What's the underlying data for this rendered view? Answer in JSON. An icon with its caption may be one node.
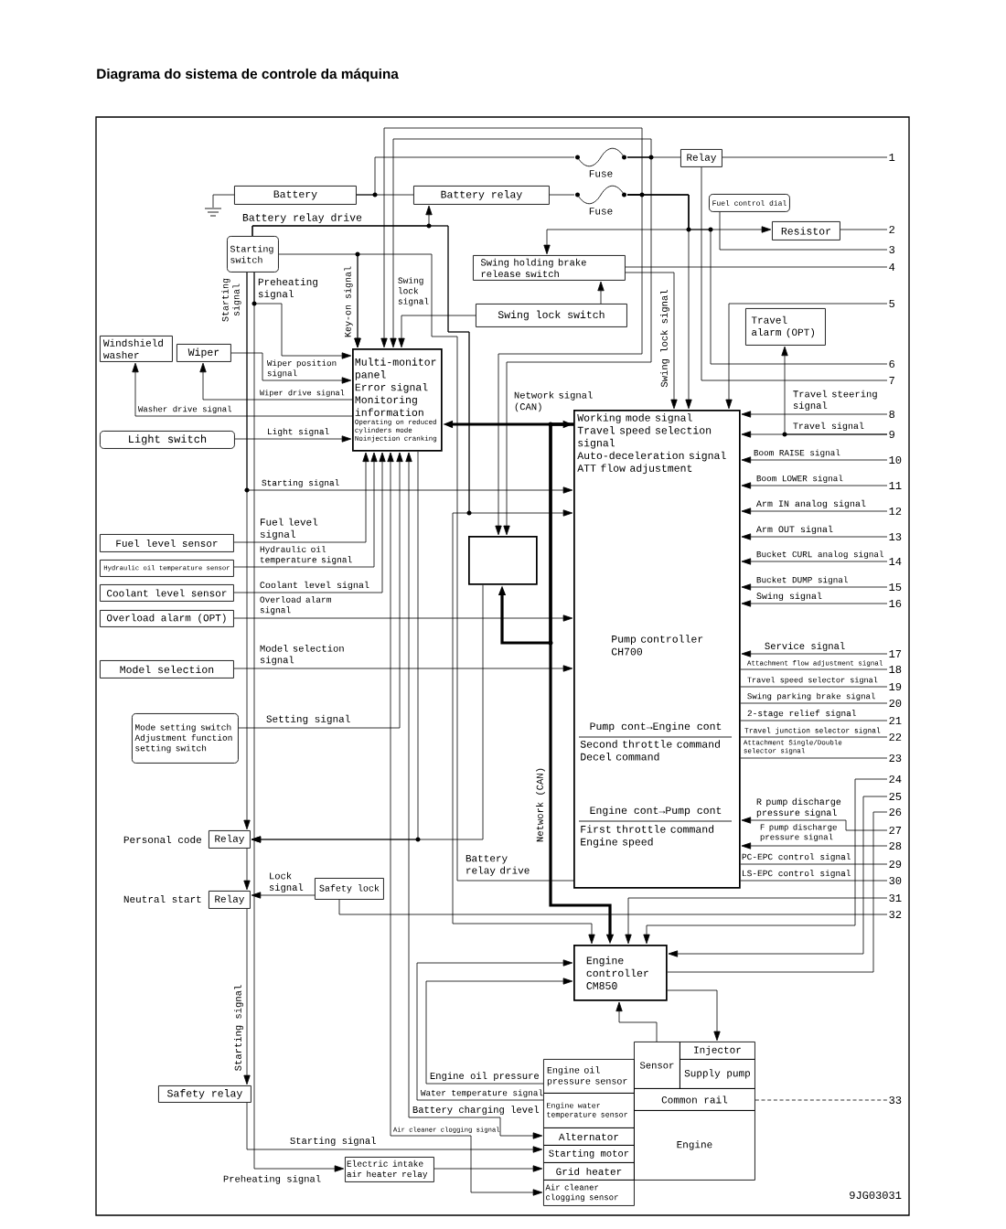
{
  "diagram": {
    "title": "Diagrama do sistema de controle da máquina",
    "nodes": [
      {
        "text": [
          "Battery"
        ]
      },
      {
        "text": [
          "Battery relay"
        ]
      },
      {
        "text": [
          "Fuse"
        ]
      },
      {
        "text": [
          "Fuse"
        ]
      },
      {
        "text": [
          "Relay"
        ]
      },
      {
        "text": [
          "Fuel control dial"
        ]
      },
      {
        "text": [
          "Resistor"
        ]
      },
      {
        "text": [
          "Starting switch"
        ]
      },
      {
        "text": [
          "Swing holding brake release switch"
        ]
      },
      {
        "text": [
          "Swing lock switch"
        ]
      },
      {
        "text": [
          "Travel alarm (OPT)"
        ]
      },
      {
        "text": [
          "Windshield washer"
        ]
      },
      {
        "text": [
          "Wiper"
        ]
      },
      {
        "text": [
          "Multi-monitor panel",
          "Error signal",
          "Monitoring information",
          "Operating on reduced cylinders mode",
          "Noinjection cranking"
        ]
      },
      {
        "text": [
          "Light switch"
        ]
      },
      {
        "text": [
          "Working mode signal",
          "Travel speed selection signal",
          "Auto-deceleration signal",
          "ATT flow adjustment",
          "Pump controller CH700",
          "Pump cont→Engine cont",
          "Second throttle command",
          "Decel command",
          "Engine cont→Pump cont",
          "First throttle command",
          "Engine speed"
        ]
      },
      {
        "text": [],
        "shape": "box"
      },
      {
        "text": [
          "Fuel level sensor"
        ]
      },
      {
        "text": [
          "Hydraulic oil temperature sensor"
        ]
      },
      {
        "text": [
          "Coolant level sensor"
        ]
      },
      {
        "text": [
          "Overload alarm (OPT)"
        ]
      },
      {
        "text": [
          "Model selection"
        ]
      },
      {
        "text": [
          "Mode setting switch",
          "Adjustment function setting switch"
        ]
      },
      {
        "text": [
          "Relay"
        ],
        "beside": [
          "Personal code"
        ]
      },
      {
        "text": [
          "Safety lock"
        ]
      },
      {
        "text": [
          "Relay"
        ],
        "beside": [
          "Neutral start"
        ]
      },
      {
        "text": [
          "Engine controller CM850"
        ]
      },
      {
        "text": [
          "Sensor"
        ]
      },
      {
        "text": [
          "Injector"
        ]
      },
      {
        "text": [
          "Supply pump"
        ]
      },
      {
        "text": [
          "Engine oil pressure sensor"
        ]
      },
      {
        "text": [
          "Common rail"
        ]
      },
      {
        "text": [
          "Engine water temperature sensor"
        ]
      },
      {
        "text": [
          "Safety relay"
        ]
      },
      {
        "text": [
          "Alternator"
        ]
      },
      {
        "text": [
          "Engine"
        ]
      },
      {
        "text": [
          "Starting motor"
        ]
      },
      {
        "text": [
          "Electric intake air heater relay"
        ]
      },
      {
        "text": [
          "Grid heater"
        ]
      },
      {
        "text": [
          "Air cleaner clogging sensor"
        ]
      },
      {
        "text": [
          "1"
        ]
      },
      {
        "text": [
          "2"
        ]
      },
      {
        "text": [
          "3"
        ]
      },
      {
        "text": [
          "4"
        ]
      },
      {
        "text": [
          "5"
        ]
      },
      {
        "text": [
          "6"
        ]
      },
      {
        "text": [
          "7"
        ]
      },
      {
        "text": [
          "8"
        ]
      },
      {
        "text": [
          "9"
        ]
      },
      {
        "text": [
          "10"
        ]
      },
      {
        "text": [
          "11"
        ]
      },
      {
        "text": [
          "12"
        ]
      },
      {
        "text": [
          "13"
        ]
      },
      {
        "text": [
          "14"
        ]
      },
      {
        "text": [
          "15"
        ]
      },
      {
        "text": [
          "16"
        ]
      },
      {
        "text": [
          "17"
        ]
      },
      {
        "text": [
          "18"
        ]
      },
      {
        "text": [
          "19"
        ]
      },
      {
        "text": [
          "20"
        ]
      },
      {
        "text": [
          "21"
        ]
      },
      {
        "text": [
          "22"
        ]
      },
      {
        "text": [
          "23"
        ]
      },
      {
        "text": [
          "24"
        ]
      },
      {
        "text": [
          "25"
        ]
      },
      {
        "text": [
          "26"
        ]
      },
      {
        "text": [
          "27"
        ]
      },
      {
        "text": [
          "28"
        ]
      },
      {
        "text": [
          "29"
        ]
      },
      {
        "text": [
          "30"
        ]
      },
      {
        "text": [
          "31"
        ]
      },
      {
        "text": [
          "32"
        ]
      },
      {
        "text": [
          "33"
        ]
      }
    ],
    "edges": [
      {
        "from": 0,
        "to": null,
        "arrow": "none"
      },
      {
        "from": 0,
        "to": 1,
        "arrow": "none"
      },
      {
        "from": 0,
        "to": 2,
        "arrow": "none"
      },
      {
        "from": 1,
        "to": 3,
        "arrow": "none"
      },
      {
        "from": 2,
        "to": 4,
        "arrow": "none"
      },
      {
        "from": 4,
        "to": 40,
        "arrow": "none"
      },
      {
        "from": 4,
        "to": 46,
        "arrow": "none"
      },
      {
        "from": 2,
        "to": 13,
        "arrow": "to"
      },
      {
        "from": 2,
        "to": 16,
        "arrow": "to"
      },
      {
        "from": 3,
        "to": 13,
        "arrow": "to"
      },
      {
        "from": 3,
        "to": 16,
        "arrow": "to"
      },
      {
        "from": 3,
        "to": 15,
        "arrow": "to"
      },
      {
        "from": 3,
        "to": 6,
        "arrow": "to"
      },
      {
        "from": 3,
        "to": 8,
        "arrow": "to"
      },
      {
        "from": 3,
        "to": 45,
        "arrow": "none"
      },
      {
        "from": 6,
        "to": 41,
        "arrow": "none"
      },
      {
        "from": 5,
        "to": 42,
        "arrow": "none"
      },
      {
        "from": 8,
        "to": 43,
        "arrow": "none"
      },
      {
        "from": 8,
        "to": 15,
        "arrow": "to",
        "label": "Swing lock signal"
      },
      {
        "from": 9,
        "to": 8,
        "arrow": "to"
      },
      {
        "from": 9,
        "to": 13,
        "arrow": "to",
        "label": "Swing lock signal"
      },
      {
        "from": 44,
        "to": 15,
        "arrow": "to"
      },
      {
        "from": 7,
        "to": 1,
        "arrow": "to",
        "label": "Battery relay drive"
      },
      {
        "from": 7,
        "to": 15,
        "arrow": "to"
      },
      {
        "from": 7,
        "to": 26,
        "arrow": "to"
      },
      {
        "from": 7,
        "to": 13,
        "arrow": "to",
        "label": "Key-on signal"
      },
      {
        "from": 15,
        "to": 13,
        "arrow": "to",
        "label": "Battery relay drive"
      },
      {
        "from": 7,
        "to": 13,
        "arrow": "to",
        "label": "Preheating signal"
      },
      {
        "from": 7,
        "to": 37,
        "arrow": "to",
        "label": "Preheating signal"
      },
      {
        "from": 7,
        "to": 15,
        "arrow": "to",
        "label": "Starting signal"
      },
      {
        "from": 7,
        "to": 23,
        "arrow": "to",
        "label": "Starting signal"
      },
      {
        "from": 12,
        "to": 13,
        "arrow": "to",
        "label": "Wiper position signal"
      },
      {
        "from": 13,
        "to": 12,
        "arrow": "to",
        "label": "Wiper drive signal"
      },
      {
        "from": 13,
        "to": 11,
        "arrow": "to",
        "label": "Washer drive signal"
      },
      {
        "from": 14,
        "to": 13,
        "arrow": "to",
        "label": "Light signal"
      },
      {
        "from": 13,
        "to": 15,
        "arrow": "both",
        "style": "thick",
        "label": "Network signal (CAN)"
      },
      {
        "from": 15,
        "to": 26,
        "arrow": "to",
        "style": "thick",
        "label": "Network (CAN)"
      },
      {
        "from": 15,
        "to": 16,
        "arrow": "to",
        "style": "thick"
      },
      {
        "from": 17,
        "to": 13,
        "arrow": "to",
        "label": "Fuel level signal"
      },
      {
        "from": 18,
        "to": 13,
        "arrow": "to",
        "label": "Hydraulic oil temperature signal"
      },
      {
        "from": 19,
        "to": 13,
        "arrow": "to",
        "label": "Coolant level signal"
      },
      {
        "from": 20,
        "to": 15,
        "arrow": "to",
        "label": "Overload alarm signal"
      },
      {
        "from": 21,
        "to": 15,
        "arrow": "to",
        "label": "Model selection signal"
      },
      {
        "from": 22,
        "to": 13,
        "arrow": "to",
        "label": "Setting signal"
      },
      {
        "from": 13,
        "to": 23,
        "arrow": "to"
      },
      {
        "from": 16,
        "to": 23,
        "arrow": "to"
      },
      {
        "from": 23,
        "to": 25,
        "arrow": "to"
      },
      {
        "from": 24,
        "to": 25,
        "arrow": "to",
        "label": "Lock signal"
      },
      {
        "from": 24,
        "to": 71,
        "arrow": "none"
      },
      {
        "from": 25,
        "to": 33,
        "arrow": "to",
        "label": "Starting signal"
      },
      {
        "from": 33,
        "to": 36,
        "arrow": "to",
        "label": "Starting signal"
      },
      {
        "from": 37,
        "to": 38,
        "arrow": "to"
      },
      {
        "from": 34,
        "to": 13,
        "arrow": "both",
        "label": "Battery charging level"
      },
      {
        "from": 39,
        "to": 13,
        "arrow": "both",
        "label": "Air cleaner clogging signal"
      },
      {
        "from": 32,
        "to": 26,
        "arrow": "to",
        "label": "Water temperature signal"
      },
      {
        "from": 30,
        "to": 26,
        "arrow": "to",
        "label": "Engine oil pressure"
      },
      {
        "from": 27,
        "to": 26,
        "arrow": "to"
      },
      {
        "from": 26,
        "to": 28,
        "arrow": "to"
      },
      {
        "from": 31,
        "to": 72,
        "arrow": "none",
        "style": "dashed"
      },
      {
        "from": 47,
        "to": 15,
        "arrow": "to",
        "label": "Travel steering signal"
      },
      {
        "from": 48,
        "to": 15,
        "arrow": "to",
        "label": "Travel signal"
      },
      {
        "from": 48,
        "to": 10,
        "arrow": "to"
      },
      {
        "from": 49,
        "to": 15,
        "arrow": "to",
        "label": "Boom RAISE signal"
      },
      {
        "from": 50,
        "to": 15,
        "arrow": "to",
        "label": "Boom LOWER signal"
      },
      {
        "from": 51,
        "to": 15,
        "arrow": "to",
        "label": "Arm IN analog signal"
      },
      {
        "from": 52,
        "to": 15,
        "arrow": "to",
        "label": "Arm OUT signal"
      },
      {
        "from": 53,
        "to": 15,
        "arrow": "to",
        "label": "Bucket CURL analog signal"
      },
      {
        "from": 54,
        "to": 15,
        "arrow": "to",
        "label": "Bucket DUMP signal"
      },
      {
        "from": 55,
        "to": 15,
        "arrow": "to",
        "label": "Swing signal"
      },
      {
        "from": 56,
        "to": 15,
        "arrow": "to",
        "label": "Service signal"
      },
      {
        "from": 15,
        "to": 57,
        "arrow": "none",
        "label": "Attachment flow adjustment signal"
      },
      {
        "from": 15,
        "to": 58,
        "arrow": "none",
        "label": "Travel speed selector signal"
      },
      {
        "from": 15,
        "to": 59,
        "arrow": "none",
        "label": "Swing parking brake signal"
      },
      {
        "from": 15,
        "to": 60,
        "arrow": "none",
        "label": "2-stage relief signal"
      },
      {
        "from": 15,
        "to": 61,
        "arrow": "none",
        "label": "Travel junction selector signal"
      },
      {
        "from": 15,
        "to": 62,
        "arrow": "none",
        "label": "Attachment Single/Double selector signal"
      },
      {
        "from": 63,
        "to": 26,
        "arrow": "to"
      },
      {
        "from": 64,
        "to": 26,
        "arrow": "to"
      },
      {
        "from": 26,
        "to": 65,
        "arrow": "none"
      },
      {
        "from": 66,
        "to": 15,
        "arrow": "to",
        "label": "R pump discharge pressure signal"
      },
      {
        "from": 67,
        "to": 15,
        "arrow": "to",
        "label": "F pump discharge pressure signal"
      },
      {
        "from": 15,
        "to": 68,
        "arrow": "none",
        "label": "PC-EPC control signal"
      },
      {
        "from": 15,
        "to": 69,
        "arrow": "none",
        "label": "LS-EPC control signal"
      },
      {
        "from": 70,
        "to": 26,
        "arrow": "to"
      }
    ],
    "labels": [
      "9JG03031"
    ]
  }
}
